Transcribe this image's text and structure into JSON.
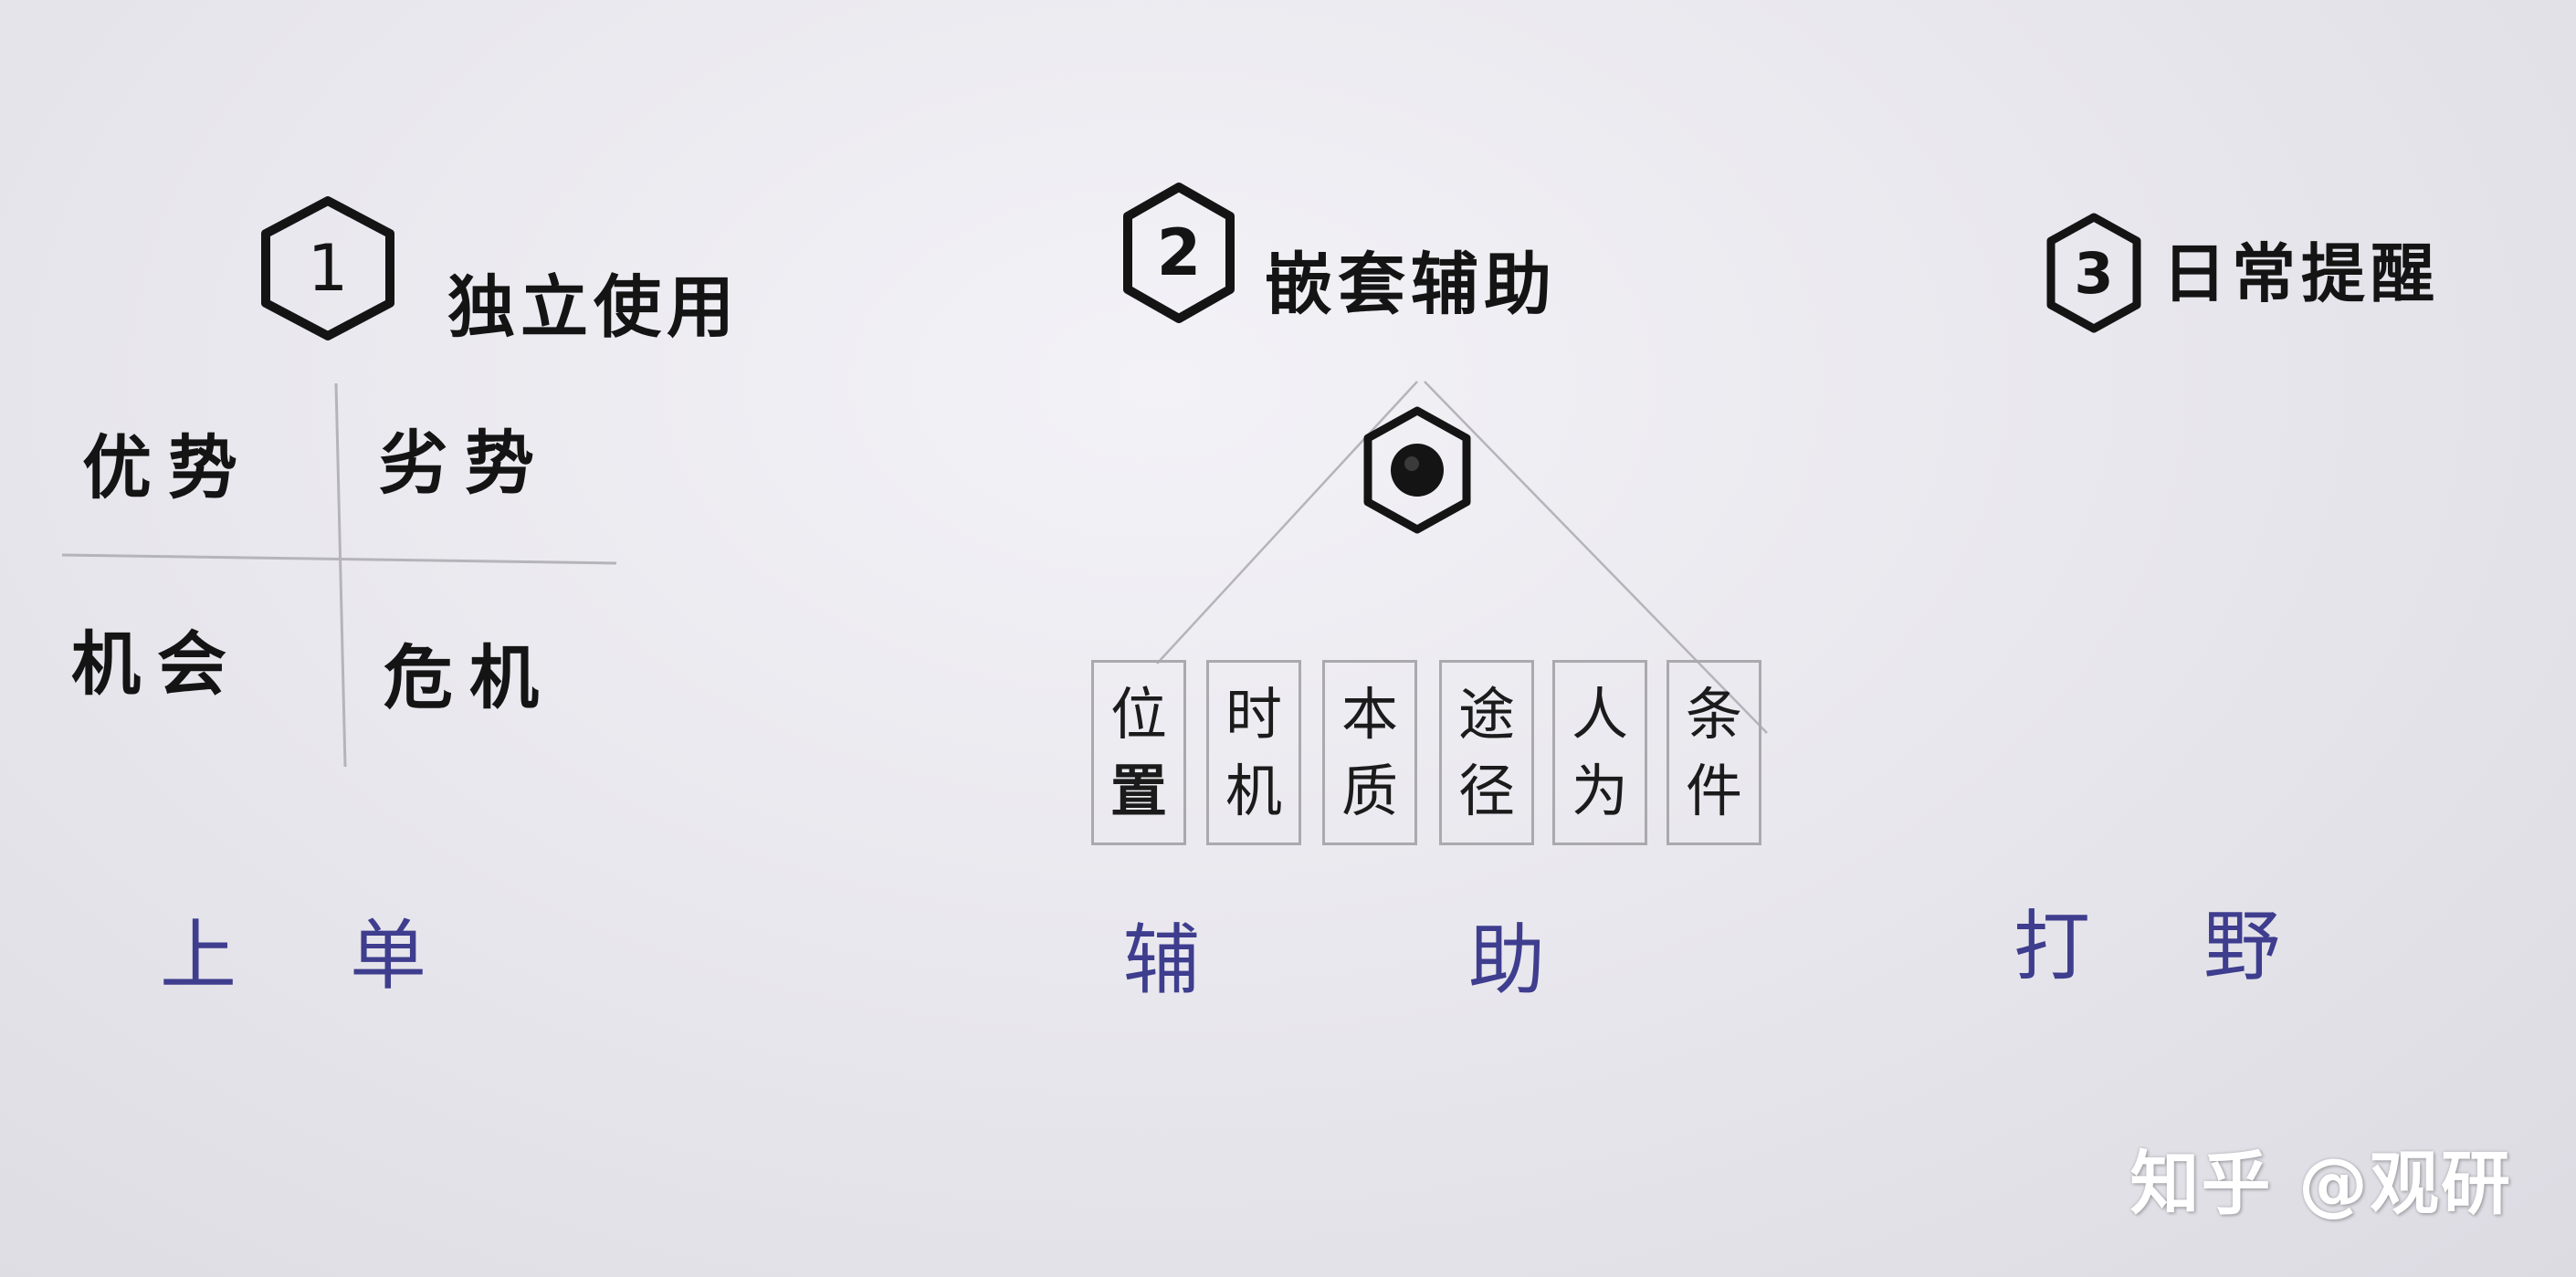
{
  "section_1": {
    "number": "1",
    "title": "独立使用",
    "swot": {
      "strengths": "优势",
      "weaknesses": "劣势",
      "opportunities": "机会",
      "threats": "危机"
    }
  },
  "section_2": {
    "number": "2",
    "title": "嵌套辅助",
    "factors": [
      {
        "top": "位",
        "bottom": "置"
      },
      {
        "top": "时",
        "bottom": "机"
      },
      {
        "top": "本",
        "bottom": "质"
      },
      {
        "top": "途",
        "bottom": "径"
      },
      {
        "top": "人",
        "bottom": "为"
      },
      {
        "top": "条",
        "bottom": "件"
      }
    ]
  },
  "section_3": {
    "number": "3",
    "title": "日常提醒"
  },
  "roles": {
    "role_1": {
      "a": "上",
      "b": "单"
    },
    "role_2": {
      "a": "辅",
      "b": "助"
    },
    "role_3": {
      "a": "打",
      "b": "野"
    }
  },
  "watermark": "知乎 @观研",
  "colors": {
    "ink": "#141414",
    "pen": "#3e3d8e",
    "pencil": "#a9a9ae"
  }
}
